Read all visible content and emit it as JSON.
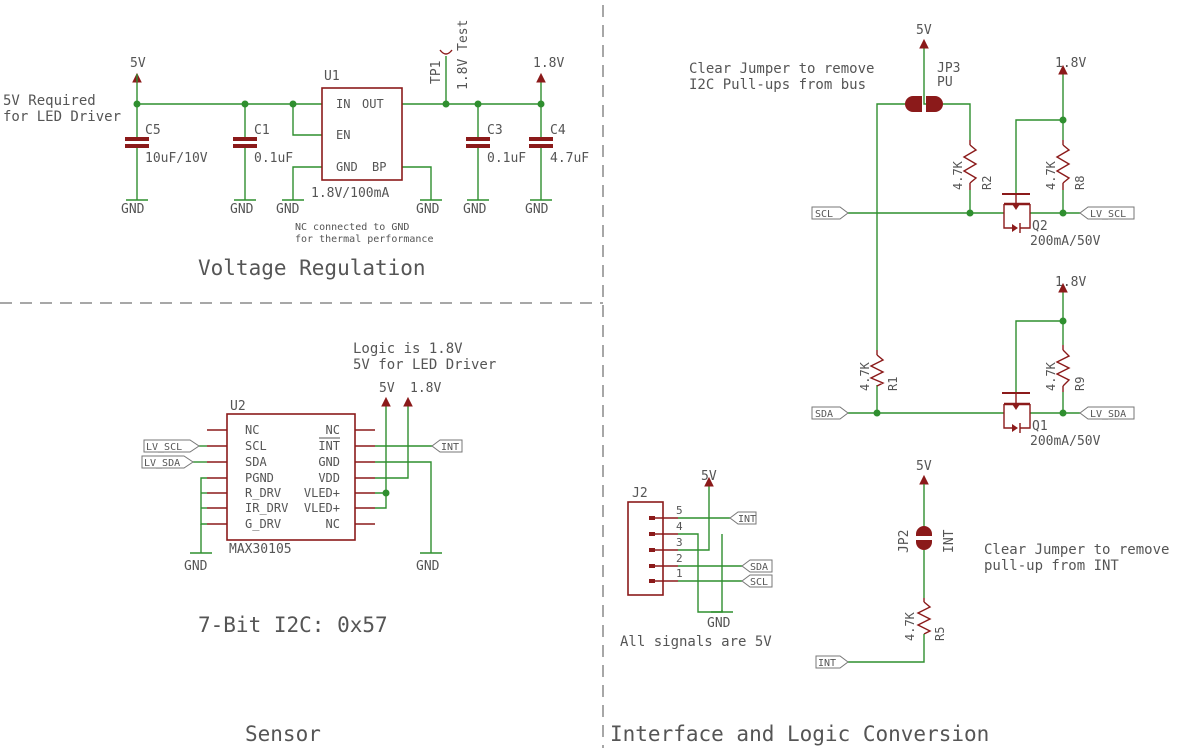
{
  "sections": {
    "voltage_regulation": "Voltage Regulation",
    "i2c_address": "7-Bit I2C: 0x57",
    "sensor": "Sensor",
    "interface": "Interface and Logic Conversion"
  },
  "notes": {
    "led_driver_1": "5V Required",
    "led_driver_2": "for LED Driver",
    "nc_1": "NC connected to GND",
    "nc_2": "for thermal performance",
    "logic_1": "Logic is 1.8V",
    "logic_2": "5V for LED Driver",
    "jp3_1": "Clear Jumper to remove",
    "jp3_2": "I2C Pull-ups from bus",
    "jp2_1": "Clear Jumper to remove",
    "jp2_2": "pull-up from INT",
    "signals": "All signals are 5V"
  },
  "power": {
    "v5": "5V",
    "v18": "1.8V",
    "gnd": "GND"
  },
  "u1": {
    "ref": "U1",
    "pin_in": "IN",
    "pin_out": "OUT",
    "pin_en": "EN",
    "pin_gnd": "GND",
    "pin_bp": "BP",
    "value": "1.8V/100mA"
  },
  "tp1": {
    "ref": "TP1",
    "value": "1.8V Test"
  },
  "caps": {
    "c5": "C5",
    "c5_val": "10uF/10V",
    "c1": "C1",
    "c1_val": "0.1uF",
    "c3": "C3",
    "c3_val": "0.1uF",
    "c4": "C4",
    "c4_val": "4.7uF"
  },
  "u2": {
    "ref": "U2",
    "part": "MAX30105",
    "left_pins": [
      "NC",
      "SCL",
      "SDA",
      "PGND",
      "R_DRV",
      "IR_DRV",
      "G_DRV"
    ],
    "right_pins": [
      "NC",
      "INT",
      "GND",
      "VDD",
      "VLED+",
      "VLED+",
      "NC"
    ]
  },
  "flags": {
    "lv_scl": "LV_SCL",
    "lv_sda": "LV_SDA",
    "int": "INT",
    "scl": "SCL",
    "sda": "SDA"
  },
  "j2": {
    "ref": "J2",
    "pins": [
      "5",
      "4",
      "3",
      "2",
      "1"
    ]
  },
  "resistors": {
    "value": "4.7K",
    "r1": "R1",
    "r2": "R2",
    "r5": "R5",
    "r8": "R8",
    "r9": "R9"
  },
  "jumpers": {
    "jp3": "JP3",
    "jp3_val": "PU",
    "jp2": "JP2",
    "jp2_val": "INT"
  },
  "fets": {
    "q1": "Q1",
    "q2": "Q2",
    "rating": "200mA/50V"
  }
}
